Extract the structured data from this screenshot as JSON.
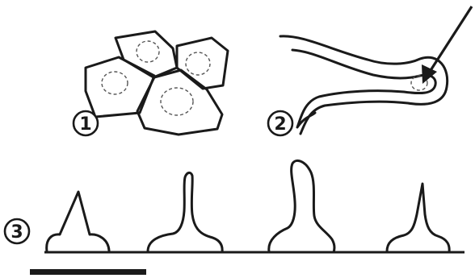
{
  "figure": {
    "panels": [
      {
        "label": "1"
      },
      {
        "label": "2"
      },
      {
        "label": "3"
      }
    ],
    "colors": {
      "line": "#1a1a1a",
      "background": "#ffffff"
    }
  }
}
